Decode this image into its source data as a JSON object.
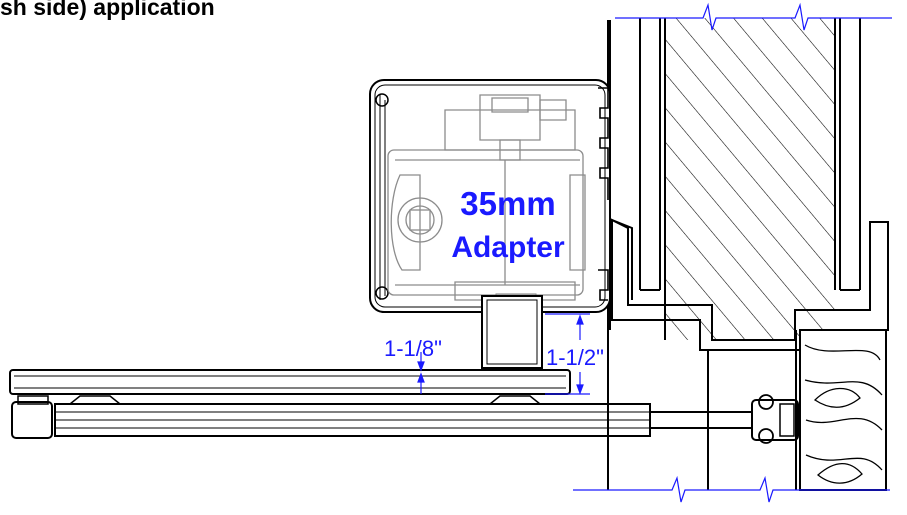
{
  "heading": "sh side) application",
  "adapter": {
    "line1": "35mm",
    "line2": "Adapter"
  },
  "dimensions": {
    "small": "1-1/8\"",
    "large": "1-1/2\""
  },
  "colors": {
    "dimension": "#1a1aff",
    "ink": "#000000",
    "hatch": "#000000",
    "adapter_fill": "#ffffff"
  }
}
